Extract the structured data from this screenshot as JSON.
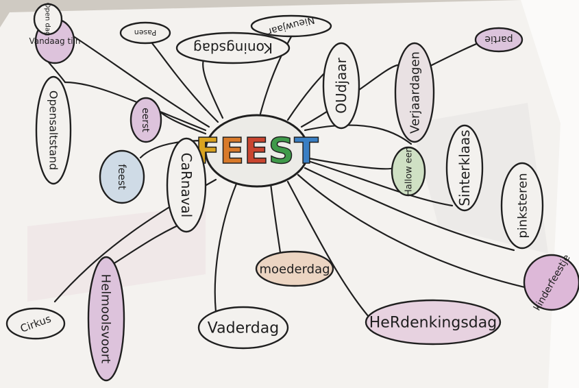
{
  "mindmap": {
    "center": "FEEST",
    "center_letter_colors": [
      "#d9a320",
      "#d87a2a",
      "#c9452f",
      "#3f9a4a",
      "#3a7fc4"
    ],
    "branches": [
      {
        "id": "vandaag-tijn",
        "label": "Vandaag tijn",
        "fill": "#ddc3dc",
        "rot": 0
      },
      {
        "id": "pasen",
        "label": "Pasen",
        "fill": "#f2f0ec",
        "rot": 180
      },
      {
        "id": "koningsdag",
        "label": "Koningsdag",
        "fill": "#f3f1ee",
        "rot": 180
      },
      {
        "id": "nieuwjaar",
        "label": "Nieuwjaar",
        "fill": "#f3f1ee",
        "rot": 165
      },
      {
        "id": "oudjaar",
        "label": "OUdjaar",
        "fill": "#f3f1ee",
        "rot": -90
      },
      {
        "id": "verjaardagen",
        "label": "Verjaardagen",
        "fill": "#e9e1e3",
        "rot": -90
      },
      {
        "id": "partie",
        "label": "partie",
        "fill": "#dcc4dc",
        "rot": 180
      },
      {
        "id": "open-dag",
        "label": "Open dag",
        "fill": "#f3f1ee",
        "rot": 90
      },
      {
        "id": "opensaltstand",
        "label": "Opensaltstand",
        "fill": "#f3f1ee",
        "rot": 90
      },
      {
        "id": "eerst",
        "label": "eerst",
        "fill": "#ddc3dc",
        "rot": 90
      },
      {
        "id": "feest",
        "label": "feest",
        "fill": "#cfdbe6",
        "rot": 90
      },
      {
        "id": "carnaval",
        "label": "CaRnaval",
        "fill": "#f3f1ee",
        "rot": 90
      },
      {
        "id": "halloween",
        "label": "Hallow een",
        "fill": "#cfe0c4",
        "rot": -90
      },
      {
        "id": "sinterklaas",
        "label": "Sinterklaas",
        "fill": "#f3f1ee",
        "rot": -90
      },
      {
        "id": "pinksteren",
        "label": "pinksteren",
        "fill": "#f3f1ee",
        "rot": -90
      },
      {
        "id": "moederdag",
        "label": "moederdag",
        "fill": "#ecd5c2",
        "rot": 0
      },
      {
        "id": "vaderdag",
        "label": "Vaderdag",
        "fill": "#f3f1ee",
        "rot": 0
      },
      {
        "id": "herdenkingsdag",
        "label": "HeRdenkingsdag",
        "fill": "#e7d2e0",
        "rot": 0
      },
      {
        "id": "kinderfeestje",
        "label": "kinderfeestje",
        "fill": "#ddb8d8",
        "rot": -60
      },
      {
        "id": "schoolsvoorst",
        "label": "Helmoolsvoort",
        "fill": "#ddc3dc",
        "rot": 90
      },
      {
        "id": "cirkus",
        "label": "Cirkus",
        "fill": "#f3f1ee",
        "rot": -20
      }
    ]
  }
}
